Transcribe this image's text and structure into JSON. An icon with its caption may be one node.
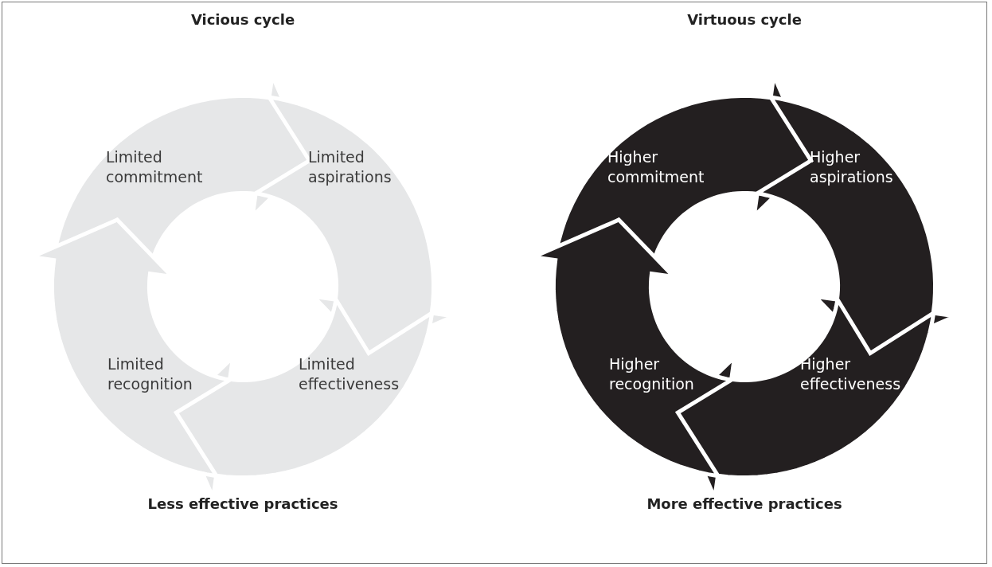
{
  "diagram": {
    "nodes": [
      {
        "text": [
          "Limited commitment"
        ]
      },
      {
        "text": [
          "Limited aspirations"
        ]
      },
      {
        "text": [
          "Limited effectiveness"
        ]
      },
      {
        "text": [
          "Limited recognition"
        ]
      },
      {
        "text": [
          "Higher commitment"
        ]
      },
      {
        "text": [
          "Higher aspirations"
        ]
      },
      {
        "text": [
          "Higher effectiveness"
        ]
      },
      {
        "text": [
          "Higher recognition"
        ]
      }
    ],
    "labels": [
      "Vicious cycle",
      "Virtuous cycle",
      "Less effective practices",
      "More effective practices"
    ]
  }
}
